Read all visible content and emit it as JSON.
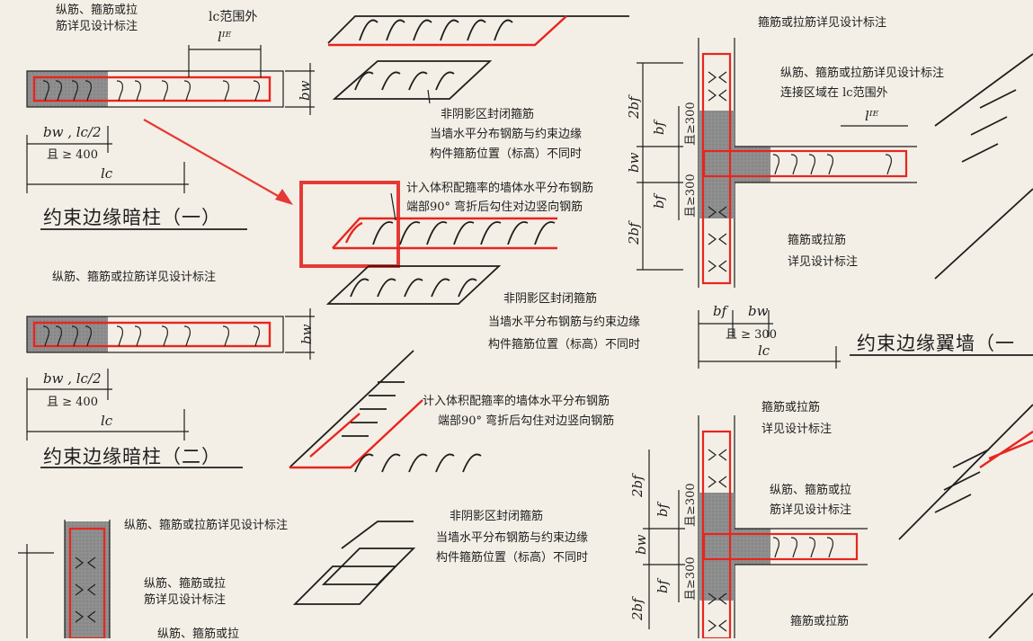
{
  "accent_color": "#e53935",
  "rebar_color": "#e8251f",
  "hatch_color": "#8c8c8c",
  "labels": {
    "top_left_1": "纵筋、箍筋或拉",
    "top_left_2": "筋详见设计标注",
    "top_lc_range": "lc范围外",
    "lle_1": "lᴵᴱ",
    "bw_1": "bw",
    "bw_lc_1": "bw , lc/2",
    "ge400_1": "且 ≥ 400",
    "lc_1": "lc",
    "title_1": "约束边缘暗柱（一）",
    "left2_note": "纵筋、箍筋或拉筋详见设计标注",
    "bw_2": "bw",
    "bw_lc_2": "bw , lc/2",
    "ge400_2": "且 ≥ 400",
    "lc_2": "lc",
    "title_2": "约束边缘暗柱（二）",
    "left3_note": "纵筋、箍筋或拉筋详见设计标注",
    "left3_b1": "纵筋、箍筋或拉",
    "left3_b2": "筋详见设计标注",
    "left3_c": "纵筋、箍筋或拉",
    "mid_n1": "非阴影区封闭箍筋",
    "mid_n2": "当墙水平分布钢筋与约束边缘",
    "mid_n3": "构件箍筋位置（标高）不同时",
    "mid_a1": "计入体积配箍率的墙体水平分布钢筋",
    "mid_a2": "端部90° 弯折后勾住对边竖向钢筋",
    "mid_n4": "非阴影区封闭箍筋",
    "mid_n5": "当墙水平分布钢筋与约束边缘",
    "mid_n6": "构件箍筋位置（标高）不同时",
    "mid_a3": "计入体积配箍率的墙体水平分布钢筋",
    "mid_a4": "端部90° 弯折后勾住对边竖向钢筋",
    "mid_n7": "非阴影区封闭箍筋",
    "mid_n8": "当墙水平分布钢筋与约束边缘",
    "mid_n9": "构件箍筋位置（标高）不同时",
    "r_top": "箍筋或拉筋详见设计标注",
    "r_note1": "纵筋、箍筋或拉筋详见设计标注",
    "r_note2": "连接区域在 lc范围外",
    "r_lle": "lᴵᴱ",
    "r_2bf_a": "2bf",
    "r_bf_a": "bf",
    "r_ge300_a": "且≥300",
    "r_bw": "bw",
    "r_bf_b": "bf",
    "r_ge300_b": "且≥300",
    "r_2bf_b": "2bf",
    "r_stir1": "箍筋或拉筋",
    "r_stir2": "详见设计标注",
    "r_bf_bot": "bf",
    "r_bw_bot": "bw",
    "r_ge300_bot": "且 ≥ 300",
    "r_lc": "lc",
    "r_title": "约束边缘翼墙（一",
    "r2_stir1": "箍筋或拉筋",
    "r2_stir2": "详见设计标注",
    "r2_2bf": "2bf",
    "r2_bf_a": "bf",
    "r2_ge300_a": "且≥300",
    "r2_bw": "bw",
    "r2_bf_b": "bf",
    "r2_ge300_b": "且≥300",
    "r2_2bf_b": "2bf",
    "r2_note1": "纵筋、箍筋或拉",
    "r2_note2": "筋详见设计标注",
    "r2_stir3": "箍筋或拉筋"
  }
}
